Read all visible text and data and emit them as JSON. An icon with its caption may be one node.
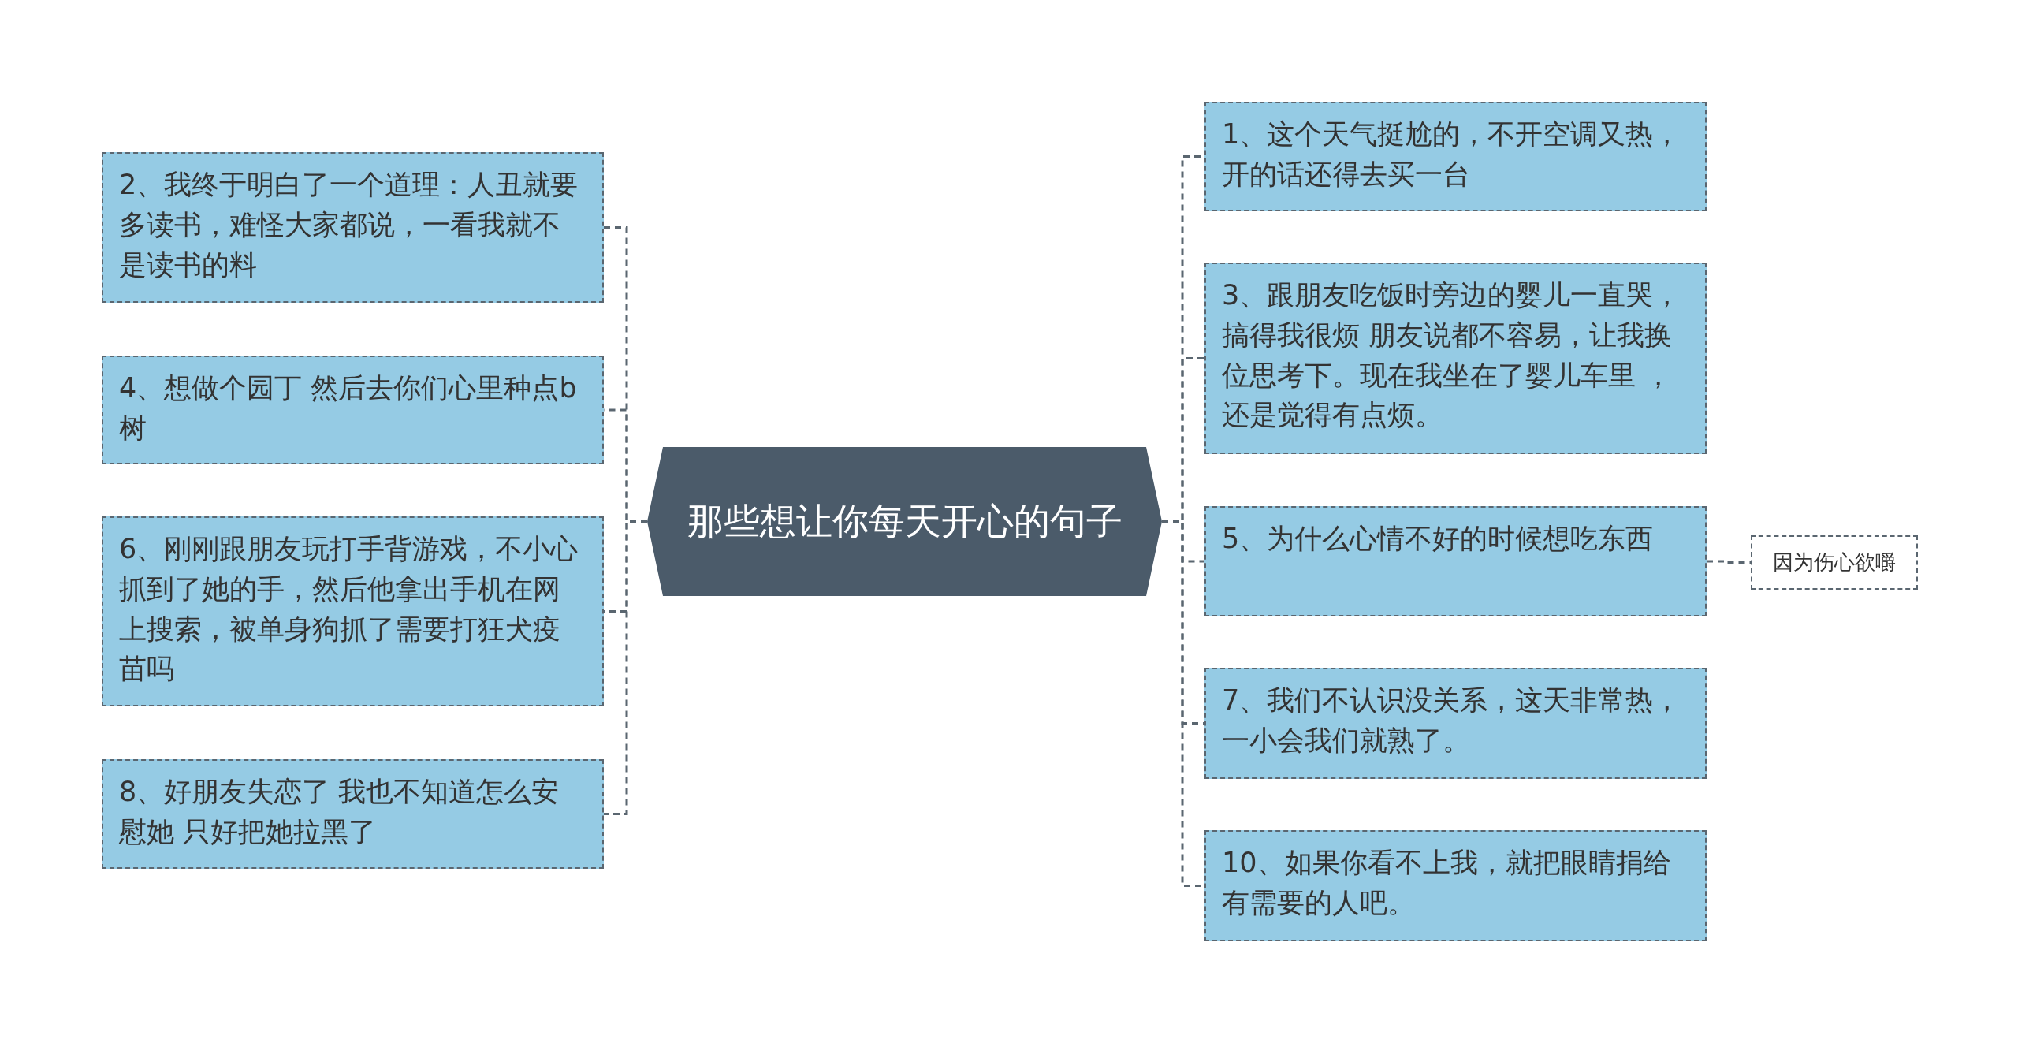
{
  "diagram": {
    "nodes": [
      {
        "text": [
          "那些想让你每天开心的句子"
        ]
      },
      {
        "text": [
          "2、我终于明白了一个道理：人丑就要多读书，难怪大家都说，一看我就不是读书的料"
        ]
      },
      {
        "text": [
          "4、想做个园丁 然后去你们心里种点b树"
        ]
      },
      {
        "text": [
          "6、刚刚跟朋友玩打手背游戏，不小心抓到了她的手，然后他拿出手机在网上搜索，被单身狗抓了需要打狂犬疫苗吗"
        ]
      },
      {
        "text": [
          "8、好朋友失恋了 我也不知道怎么安慰她 只好把她拉黑了"
        ]
      },
      {
        "text": [
          "1、这个天气挺尬的，不开空调又热，开的话还得去买一台"
        ]
      },
      {
        "text": [
          "3、跟朋友吃饭时旁边的婴儿一直哭，搞得我很烦 朋友说都不容易，让我换位思考下。现在我坐在了婴儿车里 ，还是觉得有点烦。"
        ]
      },
      {
        "text": [
          "5、为什么心情不好的时候想吃东西"
        ]
      },
      {
        "text": [
          "7、我们不认识没关系，这天非常热，一小会我们就熟了。"
        ]
      },
      {
        "text": [
          "10、如果你看不上我，就把眼睛捐给有需要的人吧。"
        ]
      },
      {
        "text": [
          "因为伤心欲嚼"
        ]
      }
    ],
    "edges": [
      {
        "from": 0,
        "to": 1,
        "arrow": "none",
        "style": "dashed"
      },
      {
        "from": 0,
        "to": 2,
        "arrow": "none",
        "style": "dashed"
      },
      {
        "from": 0,
        "to": 3,
        "arrow": "none",
        "style": "dashed"
      },
      {
        "from": 0,
        "to": 4,
        "arrow": "none",
        "style": "dashed"
      },
      {
        "from": 0,
        "to": 5,
        "arrow": "none",
        "style": "dashed"
      },
      {
        "from": 0,
        "to": 6,
        "arrow": "none",
        "style": "dashed"
      },
      {
        "from": 0,
        "to": 7,
        "arrow": "none",
        "style": "dashed"
      },
      {
        "from": 0,
        "to": 8,
        "arrow": "none",
        "style": "dashed"
      },
      {
        "from": 0,
        "to": 9,
        "arrow": "none",
        "style": "dashed"
      },
      {
        "from": 7,
        "to": 10,
        "arrow": "none",
        "style": "dashed"
      }
    ]
  }
}
